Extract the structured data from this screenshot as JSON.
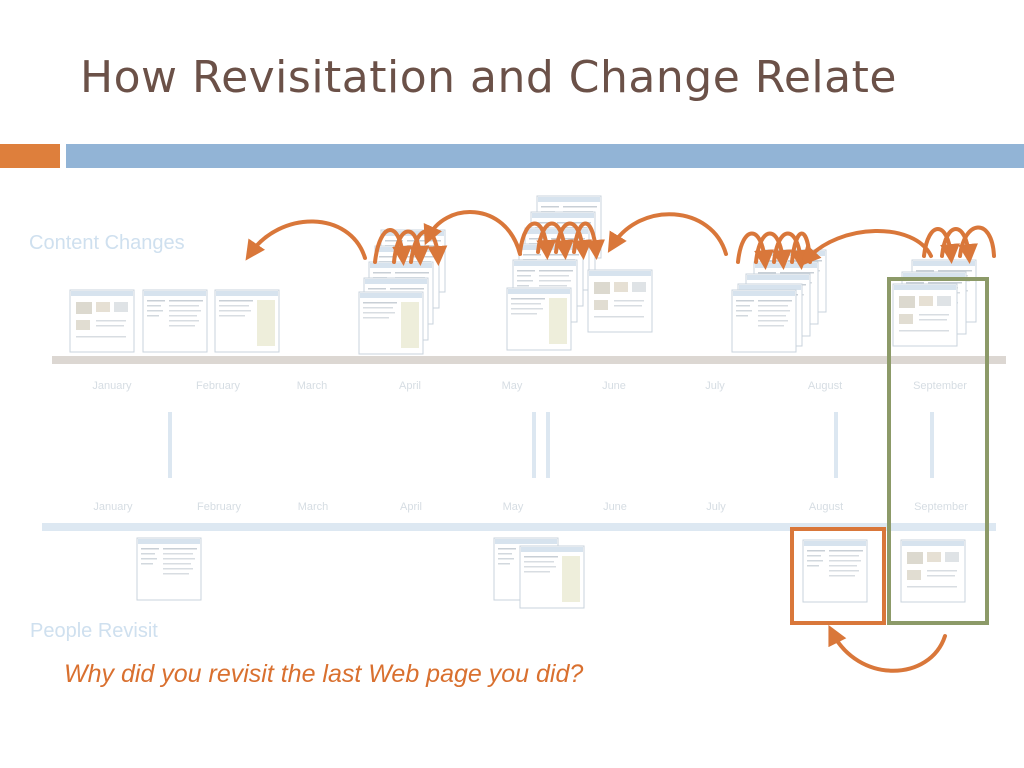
{
  "slide": {
    "title": "How Revisitation and Change Relate",
    "content_changes_label": "Content Changes",
    "people_revisit_label": "People Revisit",
    "question": "Why did you revisit the last Web page you did?"
  },
  "months_top": [
    "January",
    "February",
    "March",
    "April",
    "May",
    "June",
    "July",
    "August",
    "September"
  ],
  "months_bottom": [
    "January",
    "February",
    "March",
    "April",
    "May",
    "June",
    "July",
    "August",
    "September"
  ],
  "colors": {
    "title": "#6b5148",
    "accent_orange": "#de7f3c",
    "accent_blue": "#92b4d6",
    "arrow": "#d9773a",
    "highlight_green": "#8c9a68",
    "highlight_orange": "#d9773a"
  }
}
